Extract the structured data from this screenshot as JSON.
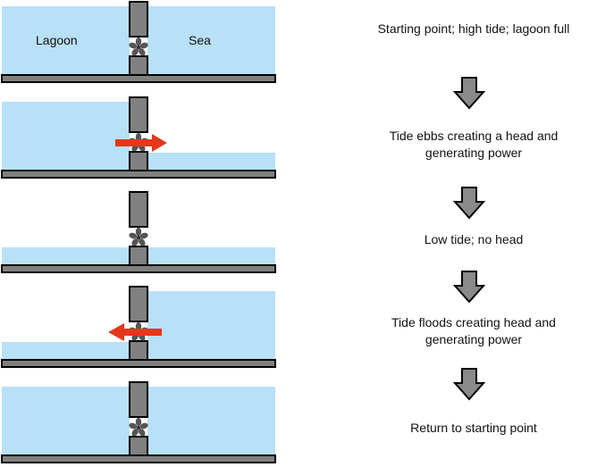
{
  "labels": {
    "lagoon": "Lagoon",
    "sea": "Sea"
  },
  "colors": {
    "water": "#b8e0f7",
    "wall": "#808080",
    "outline": "#000000",
    "arrow": "#e4371c",
    "turbine": "#555555"
  },
  "stages": [
    {
      "lines": [
        "Starting point; high tide; lagoon full"
      ],
      "lagoon_level": "high",
      "sea_level": "high",
      "flow": "none"
    },
    {
      "lines": [
        "Tide ebbs creating a head and",
        "generating power"
      ],
      "lagoon_level": "high",
      "sea_level": "low",
      "flow": "to-sea"
    },
    {
      "lines": [
        "Low tide; no head"
      ],
      "lagoon_level": "low",
      "sea_level": "low",
      "flow": "none"
    },
    {
      "lines": [
        "Tide floods creating head and",
        "generating power"
      ],
      "lagoon_level": "low",
      "sea_level": "high",
      "flow": "to-lagoon"
    },
    {
      "lines": [
        "Return to starting point"
      ],
      "lagoon_level": "high",
      "sea_level": "high",
      "flow": "none"
    }
  ],
  "step_arrow_icon": "down-arrow-icon"
}
